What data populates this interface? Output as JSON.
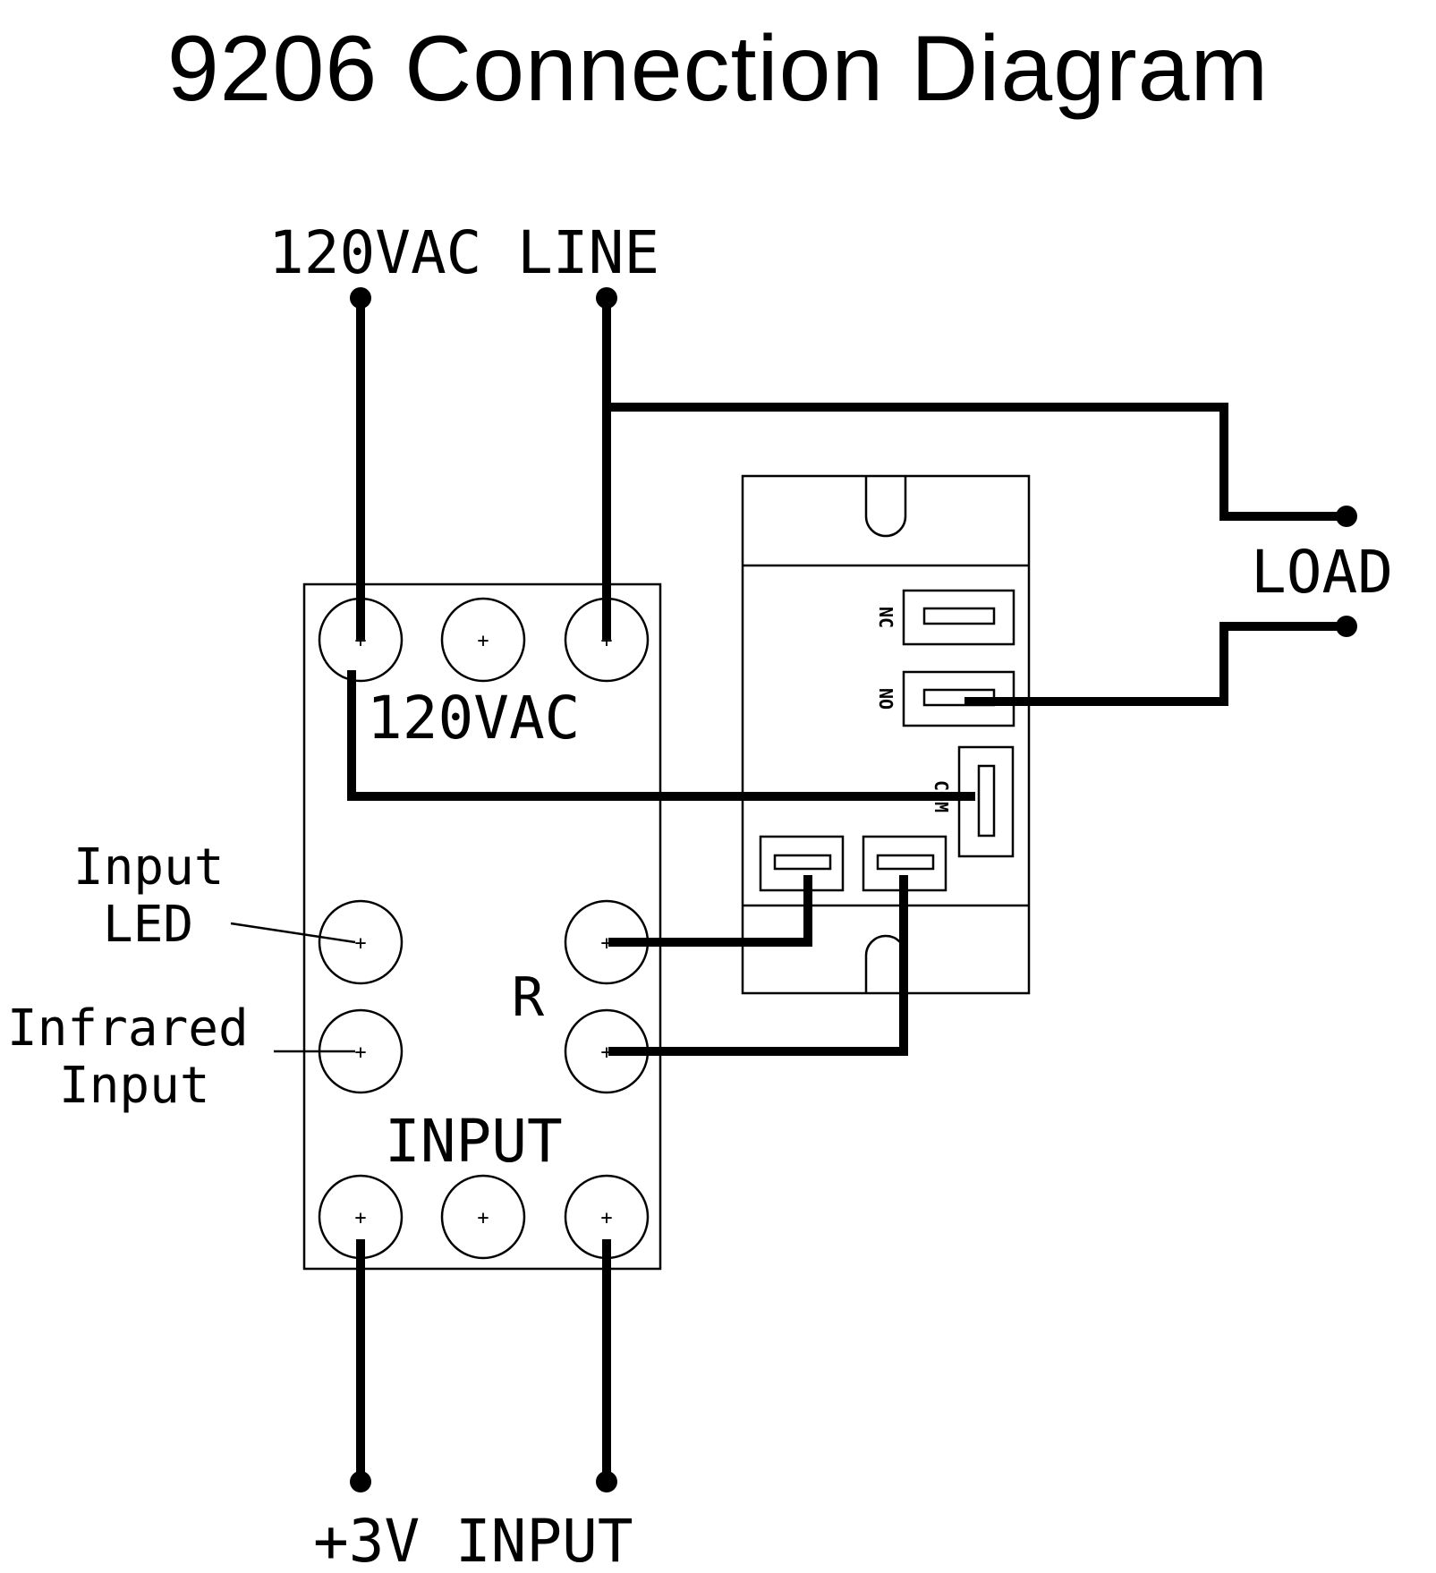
{
  "title": "9206 Connection Diagram",
  "labels": {
    "line_top": "120VAC LINE",
    "load": "LOAD",
    "module_120vac": "120VAC",
    "input_led_line1": "Input",
    "input_led_line2": "LED",
    "infrared_line1": "Infrared",
    "infrared_line2": "Input",
    "r": "R",
    "module_input": "INPUT",
    "bottom": "+3V INPUT"
  },
  "relay_pins": {
    "nc": "NC",
    "no": "NO",
    "com": "COM"
  },
  "terminal_marker": "+",
  "colors": {
    "ink": "#000000",
    "background": "#ffffff"
  }
}
